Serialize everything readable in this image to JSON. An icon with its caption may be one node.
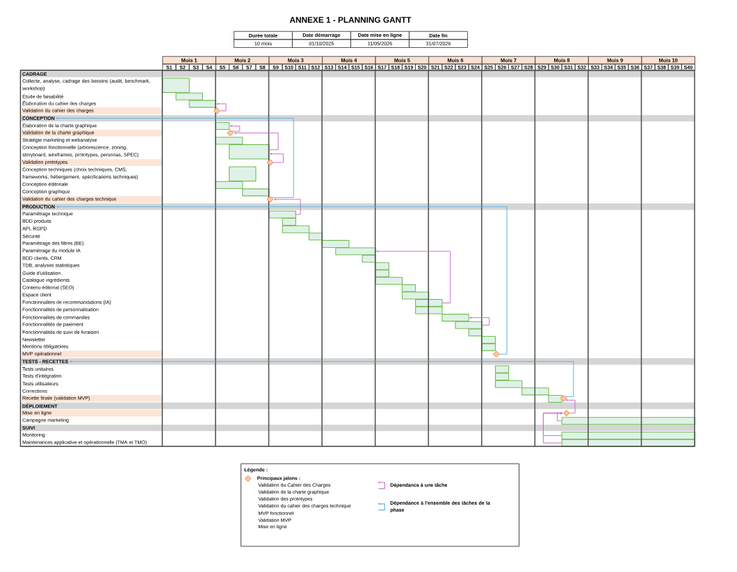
{
  "diagram": {
    "title": "ANNEXE 1 - PLANNING GANTT",
    "nodes": [
      {
        "text": [
          "CADRAGE"
        ]
      },
      {
        "text": [],
        "shape": "bar"
      },
      {
        "text": [],
        "shape": "bar"
      },
      {
        "text": [],
        "shape": "bar"
      },
      {
        "text": [],
        "shape": "diamond"
      },
      {
        "text": [
          "CONCEPTION"
        ]
      },
      {
        "text": [],
        "shape": "bar"
      },
      {
        "text": [],
        "shape": "diamond"
      },
      {
        "text": [],
        "shape": "bar"
      },
      {
        "text": [],
        "shape": "bar"
      },
      {
        "text": [],
        "shape": "diamond"
      },
      {
        "text": [],
        "shape": "bar"
      },
      {
        "text": [],
        "shape": "bar"
      },
      {
        "text": [],
        "shape": "bar"
      },
      {
        "text": [],
        "shape": "diamond"
      },
      {
        "text": [
          "PRODUCTION"
        ]
      },
      {
        "text": [],
        "shape": "bar"
      },
      {
        "text": [],
        "shape": "bar"
      },
      {
        "text": [],
        "shape": "bar"
      },
      {
        "text": [],
        "shape": "bar"
      },
      {
        "text": [],
        "shape": "bar"
      },
      {
        "text": [],
        "shape": "bar"
      },
      {
        "text": [],
        "shape": "bar"
      },
      {
        "text": [],
        "shape": "bar"
      },
      {
        "text": [],
        "shape": "bar"
      },
      {
        "text": [],
        "shape": "bar"
      },
      {
        "text": [],
        "shape": "bar"
      },
      {
        "text": [],
        "shape": "bar"
      },
      {
        "text": [],
        "shape": "bar"
      },
      {
        "text": [],
        "shape": "bar"
      },
      {
        "text": [],
        "shape": "bar"
      },
      {
        "text": [],
        "shape": "bar"
      },
      {
        "text": [],
        "shape": "bar"
      },
      {
        "text": [],
        "shape": "bar"
      },
      {
        "text": [],
        "shape": "bar"
      },
      {
        "text": [],
        "shape": "diamond"
      },
      {
        "text": [
          "TESTS - RECETTES"
        ]
      },
      {
        "text": [],
        "shape": "bar"
      },
      {
        "text": [],
        "shape": "bar"
      },
      {
        "text": [],
        "shape": "bar"
      },
      {
        "text": [],
        "shape": "bar"
      },
      {
        "text": [],
        "shape": "bar"
      },
      {
        "text": [],
        "shape": "diamond"
      },
      {
        "text": [
          "DÉPLOIEMENT"
        ]
      },
      {
        "text": [],
        "shape": "diamond"
      },
      {
        "text": [],
        "shape": "bar"
      },
      {
        "text": [
          "SUIVI"
        ]
      },
      {
        "text": [],
        "shape": "bar"
      },
      {
        "text": [],
        "shape": "bar"
      }
    ],
    "edges": [
      {
        "from": 4,
        "to": 3,
        "arrow": "to"
      },
      {
        "from": 7,
        "to": 6,
        "arrow": "to"
      },
      {
        "from": 9,
        "to": 7,
        "arrow": "to"
      },
      {
        "from": 10,
        "to": 9,
        "arrow": "to"
      },
      {
        "from": 16,
        "to": 14,
        "arrow": "to"
      },
      {
        "from": 28,
        "to": 21,
        "arrow": "to"
      },
      {
        "from": 31,
        "to": 30,
        "arrow": "to"
      },
      {
        "from": 44,
        "to": 42,
        "arrow": "to"
      },
      {
        "from": 45,
        "to": 44,
        "arrow": "to"
      },
      {
        "from": 47,
        "to": 44,
        "arrow": "to"
      },
      {
        "from": 48,
        "to": 44,
        "arrow": "to"
      },
      {
        "from": 14,
        "to": 5,
        "arrow": "to",
        "color": "#5ab4e0"
      },
      {
        "from": 35,
        "to": 15,
        "arrow": "to",
        "color": "#5ab4e0"
      },
      {
        "from": 42,
        "to": 36,
        "arrow": "to",
        "color": "#5ab4e0"
      }
    ],
    "labels": [
      "Durée totale",
      "Date démarrage",
      "Date mise en ligne",
      "Date fin",
      "10 mois",
      "01/10/2025",
      "11/05/2026",
      "31/07/2026",
      "Mois 1",
      "Mois 2",
      "Mois 3",
      "Mois 4",
      "Mois 5",
      "Mois 6",
      "Mois 7",
      "Mois 8",
      "Mois 9",
      "Mois 10",
      "S1",
      "S2",
      "S3",
      "S4",
      "S5",
      "S6",
      "S7",
      "S8",
      "S9",
      "S10",
      "S11",
      "S12",
      "S13",
      "S14",
      "S15",
      "S16",
      "S17",
      "S18",
      "S19",
      "S20",
      "S21",
      "S22",
      "S23",
      "S24",
      "S25",
      "S26",
      "S27",
      "S28",
      "S29",
      "S30",
      "S31",
      "S32",
      "S33",
      "S34",
      "S35",
      "S36",
      "S37",
      "S38",
      "S39",
      "S40",
      "Collecte, analyse, cadrage des besoins (audit, benchmark, workshop)",
      "Étude de faisabilité",
      "Élaboration du cahier des charges",
      "Validation du cahier des charges",
      "Élaboration de la charte graphique",
      "Validation de la charte graphique",
      "Stratégie marketing et webanalyse",
      "Conception fonctionnelle (arborescence, zoning, storyboard, wireframes, prototypes, personas, SPEC)",
      "Validation prototypes",
      "Conception techniques (choix techniques, CMS, frameworks, hébergement, spécifications techniques)",
      "Conception éditoriale",
      "Conception graphique",
      "Validation du cahier des charges technique",
      "Paramétrage technique",
      "BDD produits",
      "API, RGPD",
      "Sécurité",
      "Paramétrage des filtres (BE)",
      "Paramétrage du module IA",
      "BDD clients, CRM",
      "TDB, analyses statistiques",
      "Guide d'utilisation",
      "Catalogue ingrédients",
      "Contenu éditorial (SEO)",
      "Espace client",
      "Fonctionnalités de recommandations (IA)",
      "Fonctionnalités de personnalisation",
      "Fonctionnalités de commandes",
      "Fonctionnalités de paiement",
      "Fonctionnalités de suivi de livraison",
      "Newsletter",
      "Mentions obligatoires",
      "MVP opérationnel",
      "Tests unitaires",
      "Tests d'intégration",
      "Tests utilisateurs",
      "Corrections",
      "Recette finale (validation MVP)",
      "Mise en ligne",
      "Campagne marketing",
      "Monitoring",
      "Maintenances applicative et opérationnelle (TMA et TMO)",
      "Légende :",
      "Validation du Cahier des Charges",
      "Validation de la charte graphique",
      "Validation des prototypes",
      "Validation du cahier des charges technique",
      "MVP fonctionnel",
      "Validation MVP",
      "Mise en ligne"
    ],
    "legend": [
      {
        "text": "Principaux jalons :"
      },
      {
        "text": "Dépendance à une tâche"
      },
      {
        "text": "Dépendance à l'ensemble des tâches de la phase"
      }
    ]
  }
}
